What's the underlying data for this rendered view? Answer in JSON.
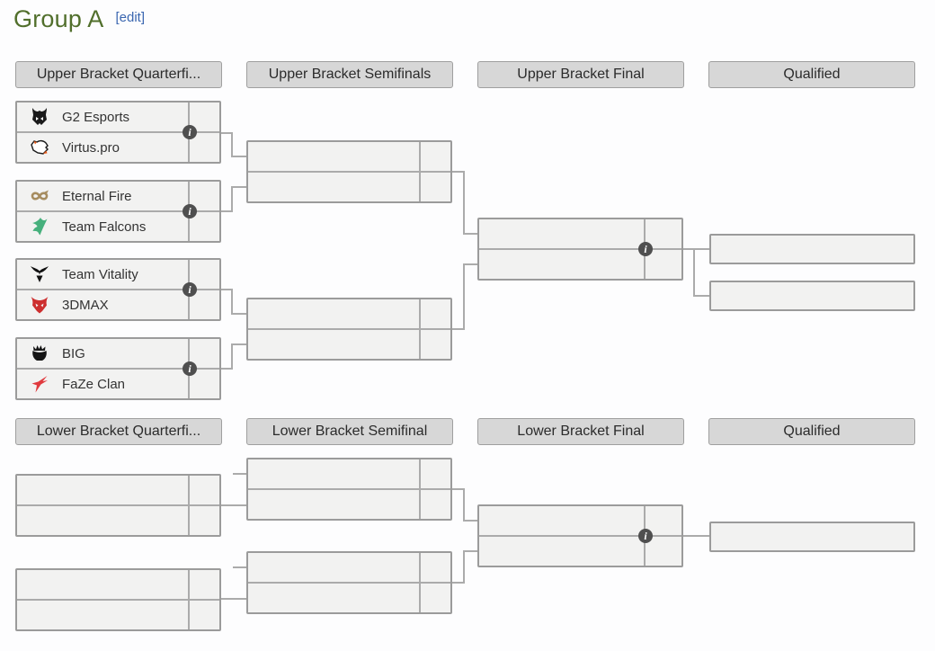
{
  "page": {
    "title": "Group A",
    "edit_label": "[edit]"
  },
  "icons": {
    "info": "i"
  },
  "colors": {
    "heading_green": "#516f2c",
    "edit_link_blue": "#3a66b0",
    "header_bg": "#d7d7d7",
    "box_bg": "#f2f2f1",
    "line_gray": "#ababab",
    "info_badge_bg": "#4f4f4f"
  },
  "upper": {
    "headers": [
      "Upper Bracket Quarterfi...",
      "Upper Bracket Semifinals",
      "Upper Bracket Final",
      "Qualified"
    ],
    "quarterfinals": [
      {
        "teams": [
          {
            "name": "G2 Esports",
            "icon": "g2-esports-logo",
            "brand_color": "#1a1a1a",
            "score": ""
          },
          {
            "name": "Virtus.pro",
            "icon": "virtus-pro-logo",
            "brand_color": "#e65b1b",
            "score": ""
          }
        ]
      },
      {
        "teams": [
          {
            "name": "Eternal Fire",
            "icon": "eternal-fire-logo",
            "brand_color": "#a68c5f",
            "score": ""
          },
          {
            "name": "Team Falcons",
            "icon": "team-falcons-logo",
            "brand_color": "#46b07c",
            "score": ""
          }
        ]
      },
      {
        "teams": [
          {
            "name": "Team Vitality",
            "icon": "team-vitality-logo",
            "brand_color": "#101010",
            "score": ""
          },
          {
            "name": "3DMAX",
            "icon": "3dmax-logo",
            "brand_color": "#cd2f2f",
            "score": ""
          }
        ]
      },
      {
        "teams": [
          {
            "name": "BIG",
            "icon": "big-logo",
            "brand_color": "#151515",
            "score": ""
          },
          {
            "name": "FaZe Clan",
            "icon": "faze-clan-logo",
            "brand_color": "#e03a3e",
            "score": ""
          }
        ]
      }
    ]
  },
  "lower": {
    "headers": [
      "Lower Bracket Quarterfi...",
      "Lower Bracket Semifinal",
      "Lower Bracket Final",
      "Qualified"
    ]
  }
}
